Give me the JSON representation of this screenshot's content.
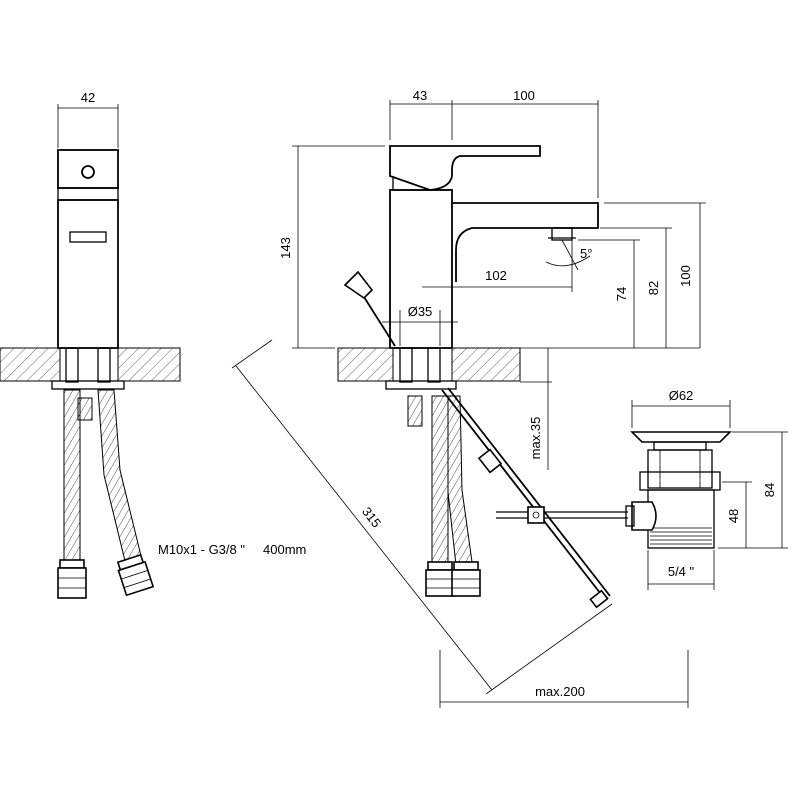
{
  "dimensions": {
    "side_width": "42",
    "body_depth": "43",
    "spout_reach": "100",
    "height_total": "143",
    "spout_length": "102",
    "angle": "5°",
    "h74": "74",
    "h82": "82",
    "h100": "100",
    "diameter35": "Ø35",
    "mount_max": "max.35",
    "rod_length": "315",
    "rod_max": "max.200",
    "waste_diameter": "Ø62",
    "waste_84": "84",
    "waste_48": "48",
    "waste_thread": "5/4 \"",
    "hose_spec": "M10x1 - G3/8 \"     400mm"
  }
}
